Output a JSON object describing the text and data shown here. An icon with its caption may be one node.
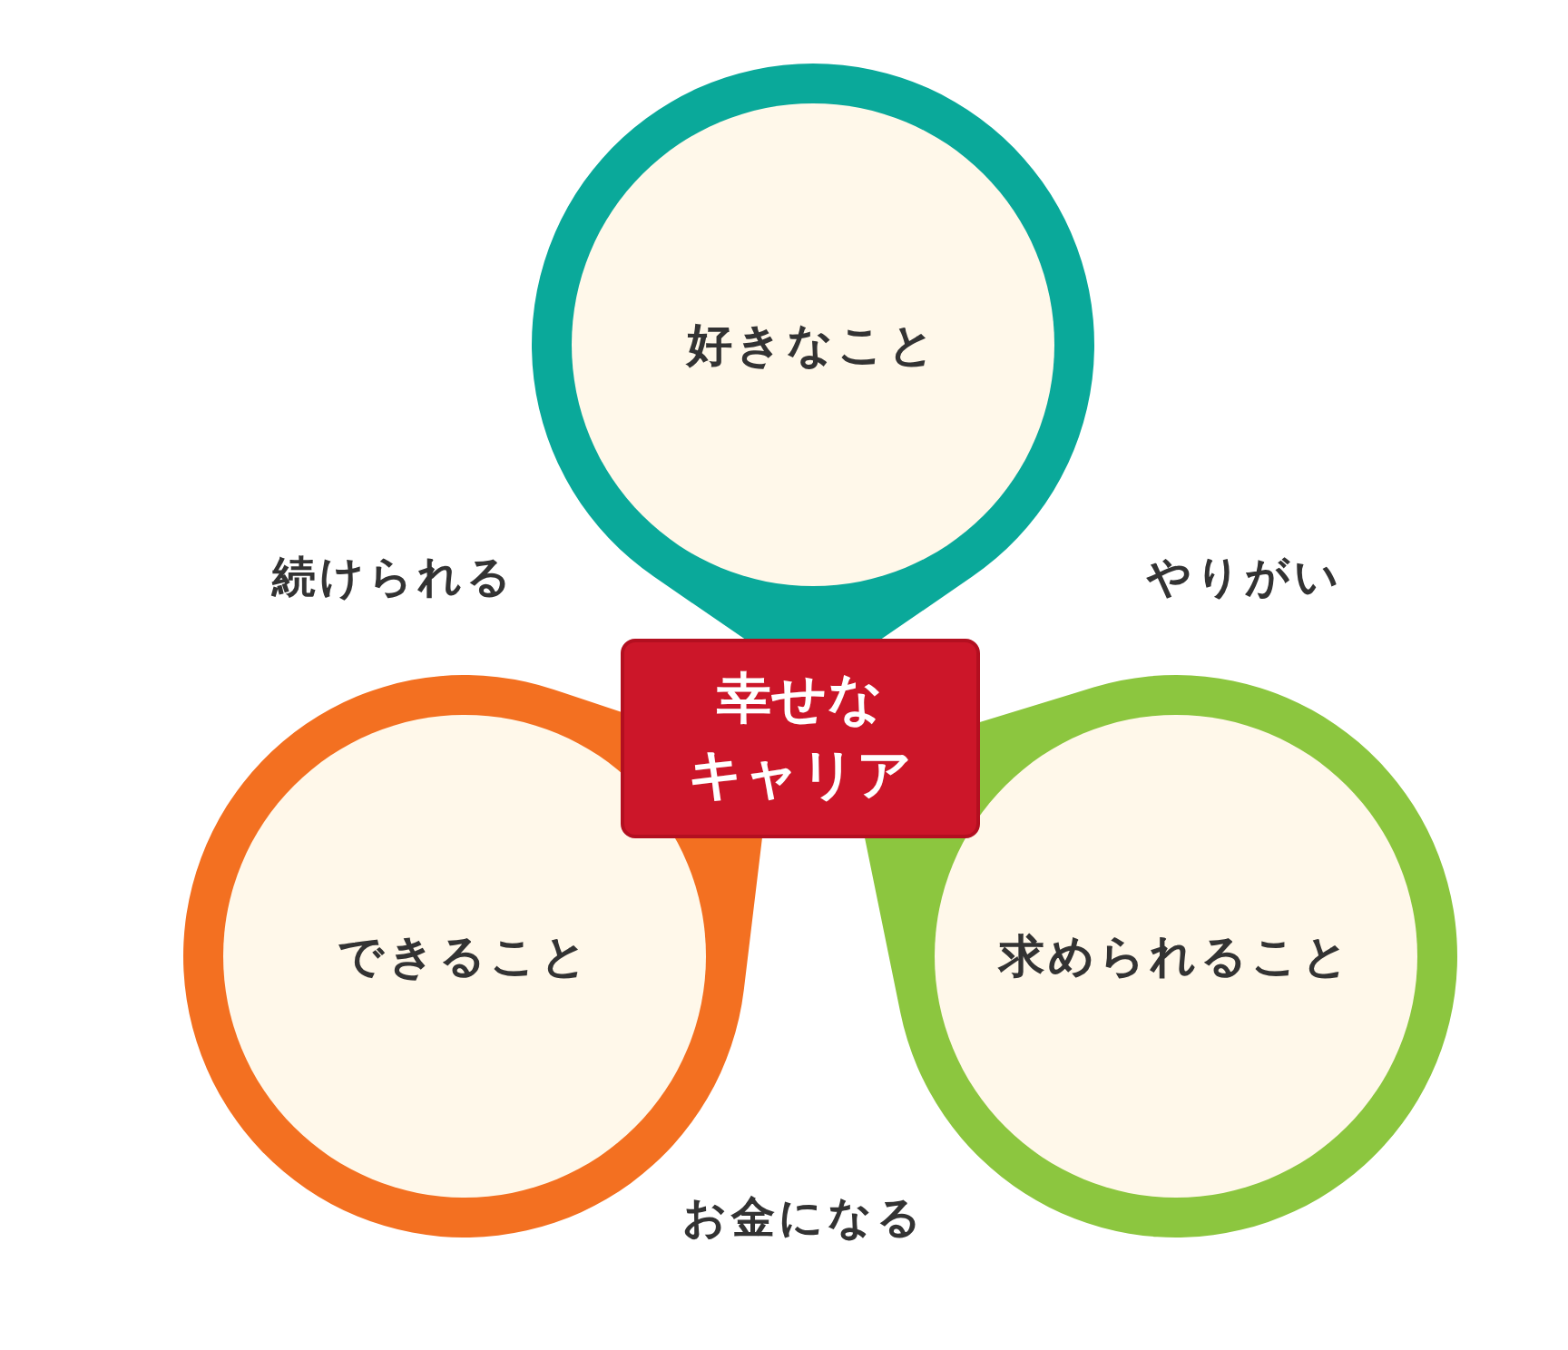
{
  "diagram": {
    "nodes": [
      {
        "text": [
          "好きなこと"
        ]
      },
      {
        "text": [
          "幸せなキャリア"
        ]
      },
      {
        "text": [
          "できること"
        ]
      },
      {
        "text": [
          "求められること"
        ]
      }
    ],
    "labels": [
      "続けられる",
      "やりがい",
      "お金になる"
    ]
  }
}
